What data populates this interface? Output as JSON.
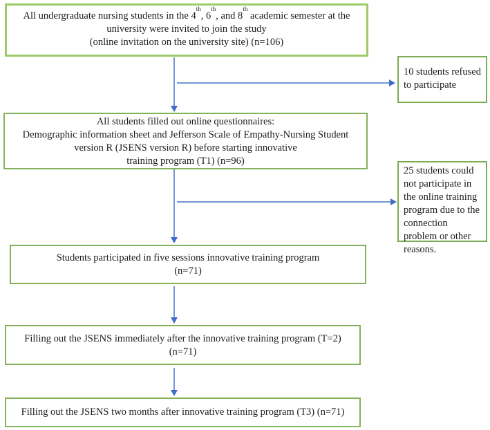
{
  "diagram_title": "Participant flow diagram of nursing empathy training study",
  "colors": {
    "first_box_border": "#9ccb66",
    "box_border": "#84b25c",
    "side_box_border": "#7bab54",
    "arrow_line": "#7396d5",
    "arrow_head": "#3f6cc4",
    "text": "#1b1b1b",
    "background": "#ffffff"
  },
  "boxes": {
    "invited": {
      "line1_parts": {
        "p0": "All undergraduate nursing students in the 4",
        "sup0": "th",
        "p1": ", 6",
        "sup1": "th",
        "p2": ", and 8",
        "sup2": "th",
        "p3": " academic semester at the"
      },
      "line2": "university were invited to join the study",
      "line3": "(online invitation on the university site) (n=106)"
    },
    "refused": {
      "text": "10 students refused to participate"
    },
    "questionnaires": {
      "line1": "All students filled out online questionnaires:",
      "line2": "Demographic information sheet and Jefferson Scale of Empathy-Nursing Student",
      "line3": "version R (JSENS version R) before starting innovative",
      "line4": "training program (T1) (n=96)"
    },
    "dropout": {
      "text": "25 students could not participate in the online training program due to the connection problem or other reasons."
    },
    "sessions": {
      "line1": "Students participated in five sessions innovative training program",
      "line2": "(n=71)"
    },
    "post_test": {
      "line1": "Filling out the JSENS immediately after the innovative training program (T=2)",
      "line2": "(n=71)"
    },
    "followup": {
      "line1": "Filling out the JSENS two months after innovative training program (T3) (n=71)"
    }
  }
}
